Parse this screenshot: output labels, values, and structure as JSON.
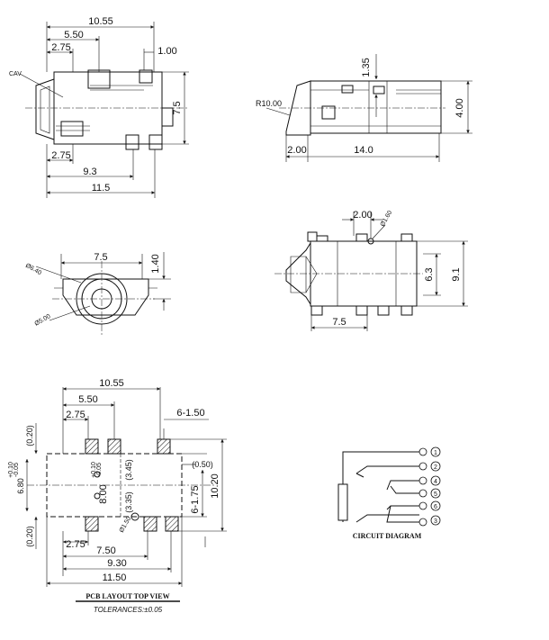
{
  "top_view": {
    "d_overall": "10.55",
    "d_mid": "5.50",
    "d_left": "2.75",
    "d_right_small": "1.00",
    "d_height": "7.5",
    "d_lower_left": "2.75",
    "d_lower_mid": "9.3",
    "d_lower_overall": "11.5",
    "label_cav": "CAV"
  },
  "side_view": {
    "d_top": "1.35",
    "d_height": "4.00",
    "d_left": "2.00",
    "d_length": "14.0",
    "d_radius": "R10.00"
  },
  "front_view": {
    "d_width": "7.5",
    "d_top": "1.40",
    "d_outer_dia": "Ø6.40",
    "d_inner_dia": "Ø5.00"
  },
  "bottom_view": {
    "d_top": "2.00",
    "d_small": "Ø1.60",
    "d_inner": "6.3",
    "d_outer": "9.1",
    "d_width": "7.5"
  },
  "pcb_layout": {
    "d_overall": "10.55",
    "d_mid": "5.50",
    "d_left": "2.75",
    "d_pads": "6-1.50",
    "d_top_margin": "(0.20)",
    "d_bottom_margin": "(0.20)",
    "d_left_height": "6.80",
    "d_left_height_tol_top": "+0.10",
    "d_left_height_tol_bottom": "-0.05",
    "d_center": "8.00",
    "d_center_tol_top": "+0.10",
    "d_center_tol_bottom": "-0.05",
    "d_345": "(3.45)",
    "d_335": "(3.35)",
    "d_050": "(0.50)",
    "d_175": "6-1.75",
    "d_1020": "10.20",
    "d_hole": "Ø1.50",
    "d_b_left": "2.75",
    "d_b_750": "7.50",
    "d_b_930": "9.30",
    "d_b_1150": "11.50",
    "title": "PCB LAYOUT TOP VIEW",
    "tolerance": "TOLERANCES:±0.05"
  },
  "circuit": {
    "title": "CIRCUIT DIAGRAM",
    "pins": [
      "1",
      "2",
      "4",
      "5",
      "6",
      "3"
    ]
  }
}
